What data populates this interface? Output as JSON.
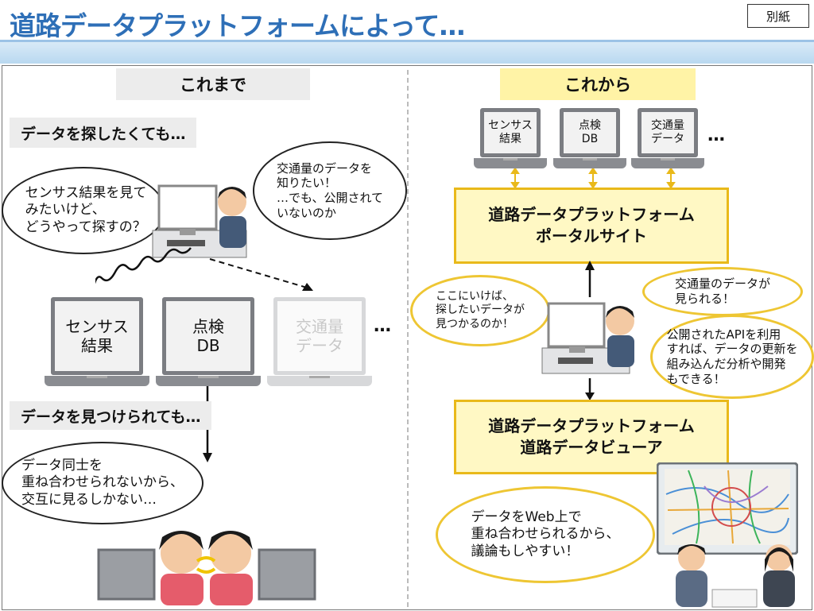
{
  "page": {
    "title": "道路データプラットフォームによって…",
    "stamp": "別紙"
  },
  "left": {
    "header": "これまで",
    "caption_search": "データを探したくても…",
    "bubble_census": "センサス結果を見て\nみたいけど、\nどうやって探すの？",
    "bubble_traffic": "交通量のデータを\n知りたい！\n…でも、公開されて\nいないのか",
    "laptops": [
      "センサス\n結果",
      "点検\nDB",
      "交通量\nデータ"
    ],
    "ellipsis": "…",
    "caption_found": "データを見つけられても…",
    "bubble_overlay": "データ同士を\n重ね合わせられないから、\n交互に見るしかない…"
  },
  "right": {
    "header": "これから",
    "laptops": [
      "センサス\n結果",
      "点検\nDB",
      "交通量\nデータ"
    ],
    "ellipsis": "…",
    "portal_box": "道路データプラットフォーム\nポータルサイト",
    "bubble_portal": "ここにいけば、\n探したいデータが\n見つかるのか！",
    "bubble_traffic": "交通量のデータが\n見られる！",
    "bubble_api": "公開されたAPIを利用\nすれば、データの更新を\n組み込んだ分析や開発\nもできる！",
    "viewer_box": "道路データプラットフォーム\n道路データビューア",
    "bubble_web": "データをWeb上で\n重ね合わせられるから、\n議論もしやすい！"
  },
  "colors": {
    "title_blue": "#2e6fb7",
    "box_fill": "#fff8c4",
    "box_border": "#e9b91a",
    "header_yellow": "#fff3a6",
    "header_gray": "#ececec"
  }
}
